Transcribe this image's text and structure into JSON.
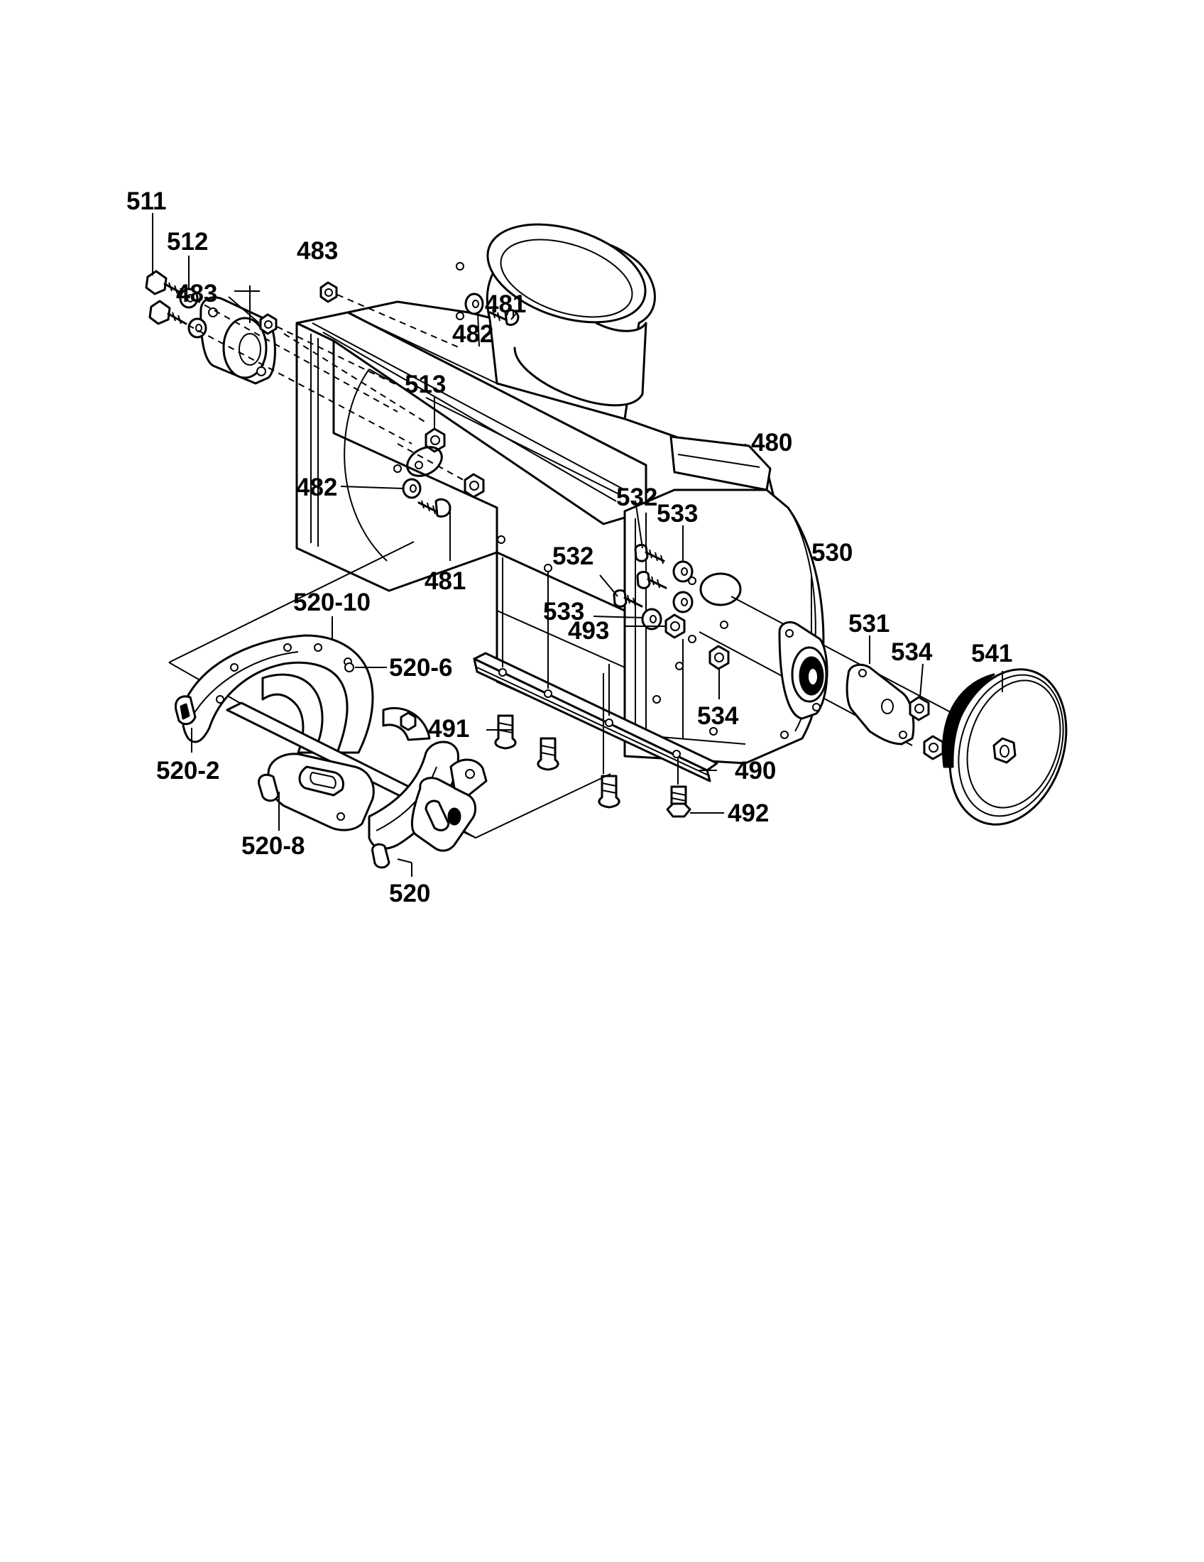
{
  "labels": {
    "l511": "511",
    "l512": "512",
    "l483a": "483",
    "l483b": "483",
    "l481a": "481",
    "l482a": "482",
    "l513": "513",
    "l480": "480",
    "l482b": "482",
    "l481b": "481",
    "l532a": "532",
    "l533a": "533",
    "l532b": "532",
    "l530": "530",
    "l533b": "533",
    "l493": "493",
    "l531": "531",
    "l534a": "534",
    "l541": "541",
    "l534b": "534",
    "l520_10": "520-10",
    "l520_6": "520-6",
    "l491": "491",
    "l520_2": "520-2",
    "l490": "490",
    "l492": "492",
    "l520_8": "520-8",
    "l520": "520"
  }
}
